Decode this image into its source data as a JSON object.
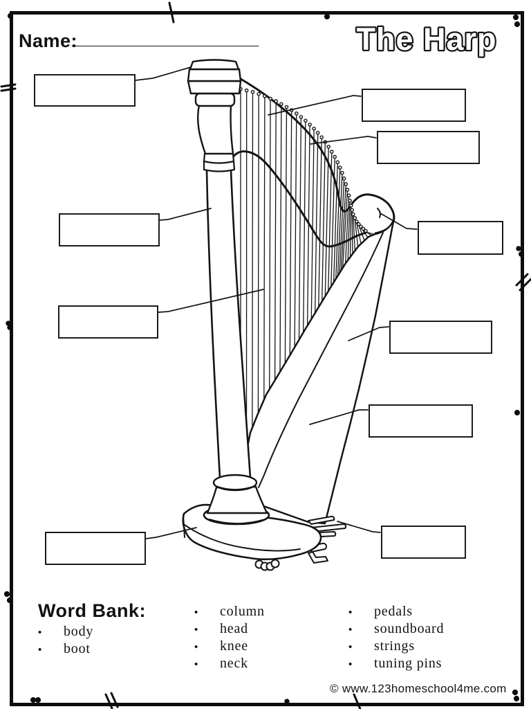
{
  "header": {
    "name_label": "Name:",
    "name_blank": "____________________",
    "title": "The Harp"
  },
  "word_bank": {
    "heading": "Word Bank:",
    "bullet": "•",
    "columns": [
      {
        "items": [
          "body",
          "boot"
        ]
      },
      {
        "items": [
          "column",
          "head",
          "knee",
          "neck"
        ]
      },
      {
        "items": [
          "pedals",
          "soundboard",
          "strings",
          "tuning pins"
        ]
      }
    ]
  },
  "footer": {
    "copyright": "© www.123homeschool4me.com"
  },
  "colors": {
    "ink": "#111111",
    "paper": "#ffffff"
  }
}
